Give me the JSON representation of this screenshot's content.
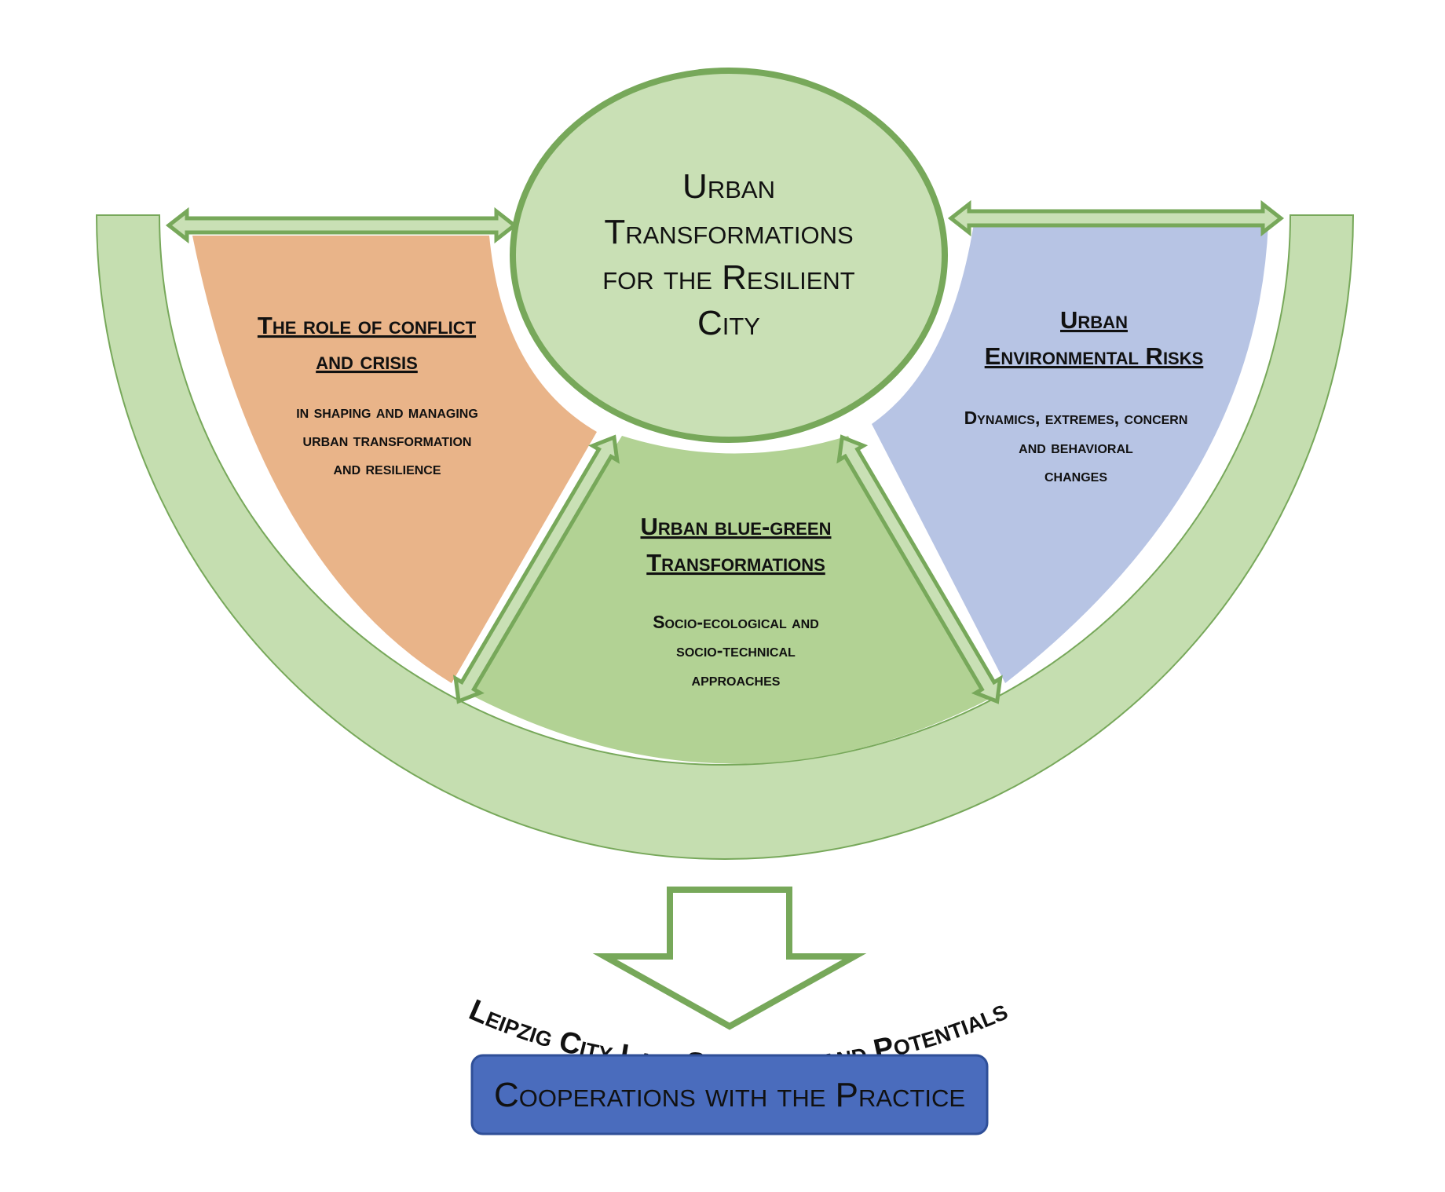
{
  "colors": {
    "green_light": "#c5deb0",
    "green_mid": "#b2d294",
    "green_stroke": "#77a85a",
    "orange": "#e9b489",
    "blue_light": "#b7c4e4",
    "blue_box": "#4a6cbd",
    "blue_box_border": "#2f4f98"
  },
  "center": {
    "line1": "Urban",
    "line2": "Transformations",
    "line3": "for the Resilient",
    "line4": "City"
  },
  "left_segment": {
    "heading1": "The role of conflict",
    "heading2": "and crisis",
    "body1": "in shaping and managing",
    "body2": "urban transformation",
    "body3": "and resilience"
  },
  "middle_segment": {
    "heading1": "Urban blue-green",
    "heading2": "Transformations",
    "body1": "Socio-ecological and",
    "body2": "socio-technical",
    "body3": "approaches"
  },
  "right_segment": {
    "heading1": "Urban",
    "heading2": "Environmental Risks",
    "body1": "Dynamics, extremes, concern",
    "body2": "and behavioral",
    "body3": "changes"
  },
  "arc_label": "Leipzig City Lab:  Synergies and Potentials",
  "output_box": {
    "label": "Cooperations with the Practice"
  }
}
